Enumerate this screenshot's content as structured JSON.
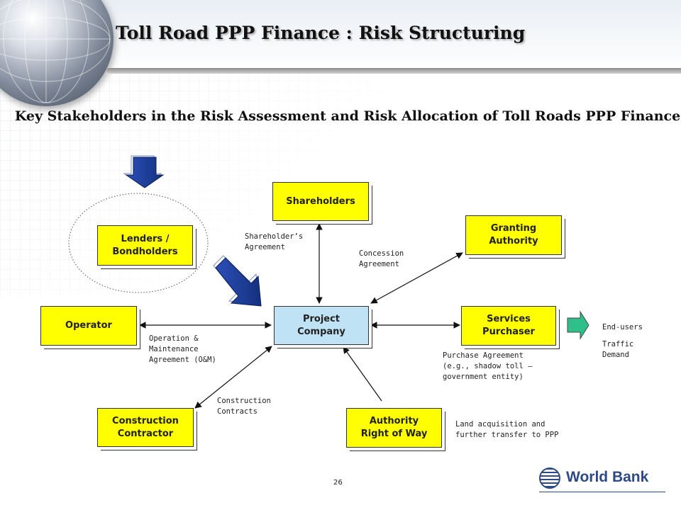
{
  "slide": {
    "title": "Toll Road PPP Finance : Risk Structuring",
    "subtitle": "Key Stakeholders in the Risk Assessment and Risk Allocation of Toll Roads PPP Finance",
    "page_number": "26"
  },
  "logo": {
    "text": "World Bank"
  },
  "colors": {
    "box_fill": "#ffff00",
    "project_fill": "#bfe3f5",
    "arrow_blue": "#1f3d99",
    "arrow_green": "#2fbf8a"
  },
  "boxes": {
    "shareholders": "Shareholders",
    "lenders": "Lenders / Bondholders",
    "granting_authority": "Granting Authority",
    "operator": "Operator",
    "project_company": "Project Company",
    "services_purchaser": "Services Purchaser",
    "construction_contractor": "Construction Contractor",
    "authority_row": "Authority Right of Way"
  },
  "labels": {
    "shareholders_agreement": "Shareholder’s\nAgreement",
    "concession_agreement": "Concession\nAgreement",
    "om_agreement": "Operation &\nMaintenance\nAgreement (O&M)",
    "purchase_agreement": "Purchase Agreement\n(e.g., shadow toll –\ngovernment entity)",
    "construction_contracts": "Construction\nContracts",
    "land_acquisition": "Land acquisition and\nfurther transfer to PPP",
    "end_users": "End-users",
    "traffic_demand": "Traffic\nDemand"
  }
}
